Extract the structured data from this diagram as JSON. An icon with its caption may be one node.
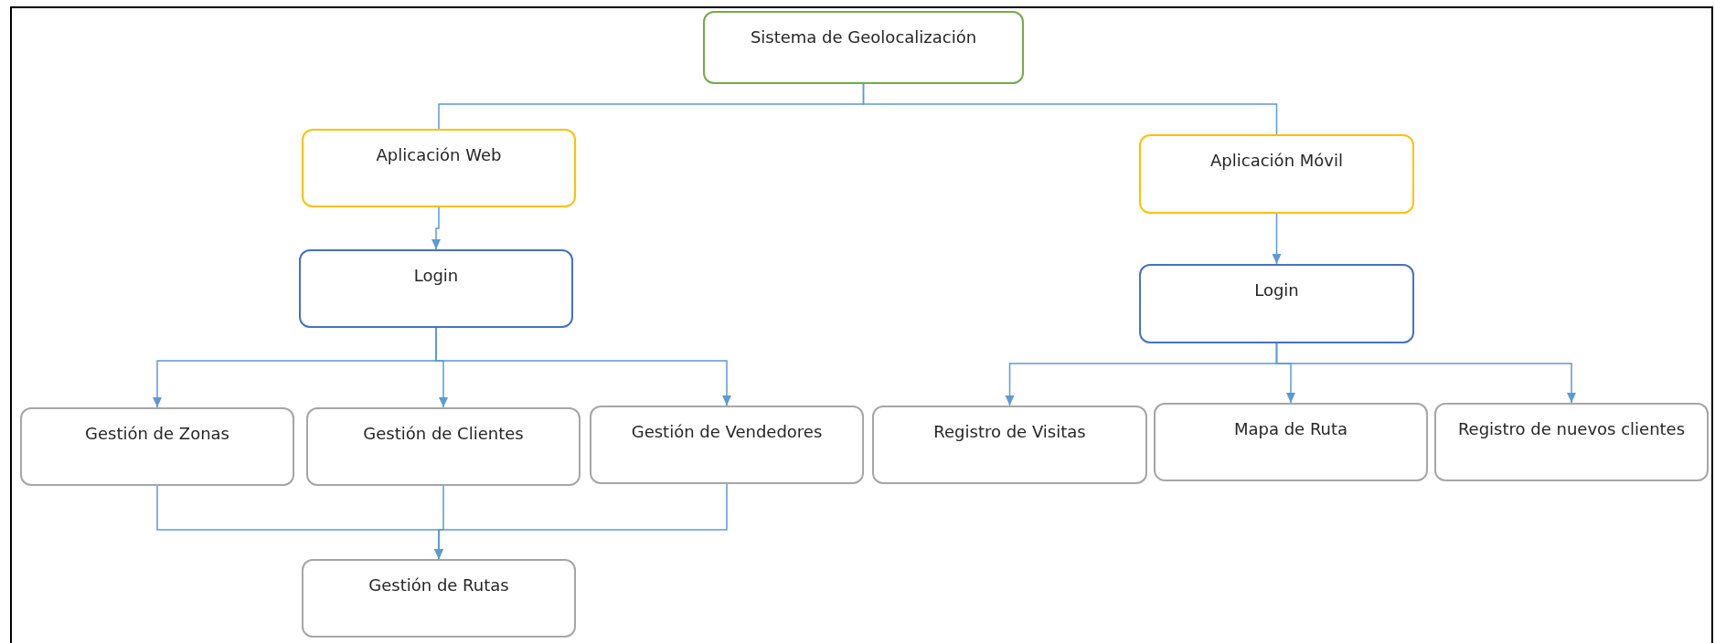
{
  "diagram": {
    "nodes": [
      {
        "text": [
          "Sistema de Geolocalización"
        ]
      },
      {
        "text": [
          "Aplicación Web"
        ]
      },
      {
        "text": [
          "Aplicación Móvil"
        ]
      },
      {
        "text": [
          "Login"
        ]
      },
      {
        "text": [
          "Login"
        ]
      },
      {
        "text": [
          "Gestión de Zonas"
        ]
      },
      {
        "text": [
          "Gestión de Clientes"
        ]
      },
      {
        "text": [
          "Gestión de Vendedores"
        ]
      },
      {
        "text": [
          "Registro de Visitas"
        ]
      },
      {
        "text": [
          "Mapa de Ruta"
        ]
      },
      {
        "text": [
          "Registro de nuevos clientes"
        ]
      },
      {
        "text": [
          "Gestión de Rutas"
        ]
      }
    ],
    "edges": [
      {
        "from": 0,
        "to": 1,
        "arrow": "none"
      },
      {
        "from": 0,
        "to": 2,
        "arrow": "none"
      },
      {
        "from": 1,
        "to": 3,
        "arrow": "to"
      },
      {
        "from": 2,
        "to": 4,
        "arrow": "to"
      },
      {
        "from": 3,
        "to": 5,
        "arrow": "to"
      },
      {
        "from": 3,
        "to": 6,
        "arrow": "to"
      },
      {
        "from": 3,
        "to": 7,
        "arrow": "to"
      },
      {
        "from": 4,
        "to": 8,
        "arrow": "to"
      },
      {
        "from": 4,
        "to": 9,
        "arrow": "to"
      },
      {
        "from": 4,
        "to": 10,
        "arrow": "to"
      },
      {
        "from": 5,
        "to": 11,
        "arrow": "to"
      },
      {
        "from": 6,
        "to": 11,
        "arrow": "to"
      },
      {
        "from": 7,
        "to": 11,
        "arrow": "to"
      }
    ]
  }
}
